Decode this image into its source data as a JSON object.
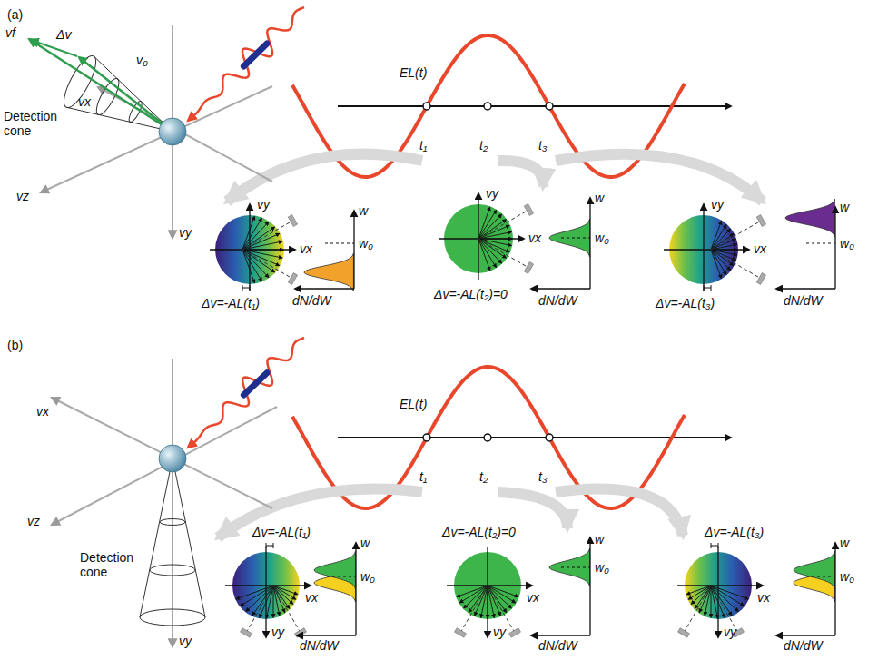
{
  "diagram": {
    "labels": [
      "(a)",
      "Δv",
      "vf",
      "v₀",
      "vx",
      "Detection cone",
      "vz",
      "vy",
      "EL(t)",
      "t₁",
      "t₂",
      "t₃",
      "vy",
      "vx",
      "Δv=-AL(t₁)",
      "w",
      "w₀",
      "dN/dW",
      "vy",
      "vx",
      "Δv=-AL(t₂)=0",
      "w",
      "w₀",
      "dN/dW",
      "vy",
      "vx",
      "Δv=-AL(t₃)",
      "w",
      "w₀",
      "dN/dW",
      "(b)",
      "vx",
      "EL(t)",
      "t₁",
      "t₂",
      "t₃",
      "vz",
      "Detection cone",
      "vy",
      "Δv=-AL(t₁)",
      "w",
      "w₀",
      "dN/dW",
      "vx",
      "vy",
      "Δv=-AL(t₂)=0",
      "w",
      "w₀",
      "dN/dW",
      "vx",
      "vy",
      "Δv=-AL(t₃)",
      "w",
      "w₀",
      "dN/dW",
      "vx",
      "vy"
    ]
  }
}
